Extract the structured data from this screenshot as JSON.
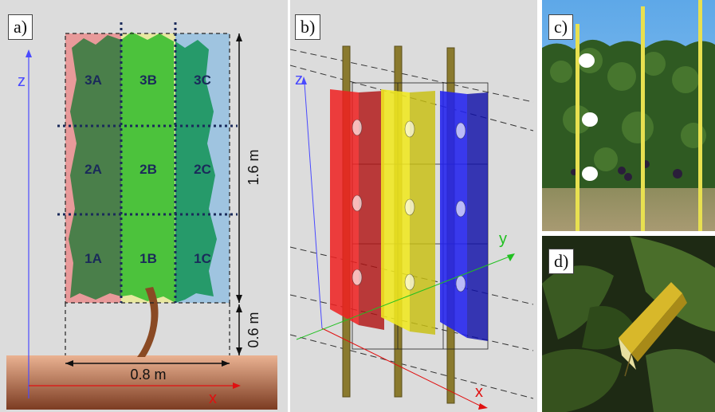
{
  "panels": {
    "a": {
      "label": "a)"
    },
    "b": {
      "label": "b)"
    },
    "c": {
      "label": "c)"
    },
    "d": {
      "label": "d)"
    }
  },
  "canopy_grid": {
    "rows": [
      [
        "3A",
        "3B",
        "3C"
      ],
      [
        "2A",
        "2B",
        "2C"
      ],
      [
        "1A",
        "1B",
        "1C"
      ]
    ]
  },
  "dimensions": {
    "height_canopy": "1.6 m",
    "height_trunk": "0.6 m",
    "width": "0.8 m"
  },
  "axes": {
    "z": "z",
    "x": "x",
    "y": "y"
  },
  "colors": {
    "zone_a": "#e89a9a",
    "zone_b": "#e8e8a0",
    "zone_c": "#9fc4e0",
    "axis_z": "#4a4aff",
    "axis_x": "#e01010",
    "axis_y": "#20c020",
    "grid_text": "#1a2a5a",
    "soil_top": "#e8a888",
    "soil_bottom": "#7a3a20"
  }
}
